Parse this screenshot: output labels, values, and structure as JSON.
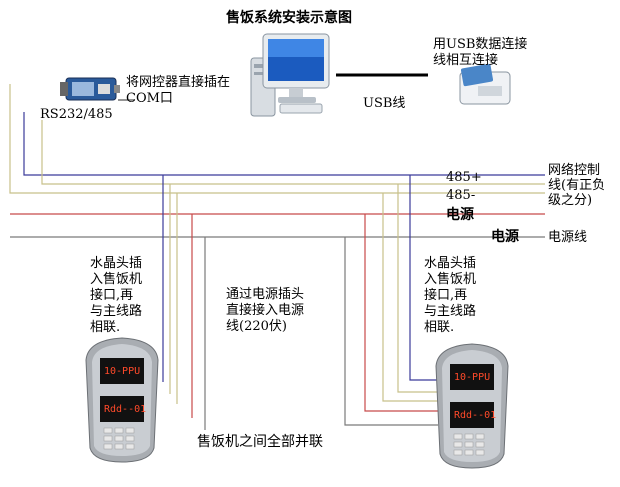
{
  "title": "售饭系统安装示意图",
  "converter_label": "将网控器直接插在",
  "converter_label_2": "COM口",
  "rs232_label": "RS232/485",
  "usb_note_1": "用USB数据连接",
  "usb_note_2": "线相互连接",
  "usb_label": "USB线",
  "line_485p": "485+",
  "line_485m": "485-",
  "power_mid": "电源",
  "power_right": "电源",
  "net_cable_1": "网络控制",
  "net_cable_2": "线(有正负",
  "net_cable_3": "级之分)",
  "power_cable": "电源线",
  "left_note": [
    "水晶头插",
    "入售饭机",
    "接口,再",
    "与主线路",
    "相联."
  ],
  "right_note": [
    "水晶头插",
    "入售饭机",
    "接口,再",
    "与主线路",
    "相联."
  ],
  "mid_note": [
    "通过电源插头",
    "直接接入电源",
    "线(220伏)"
  ],
  "bottom_caption": "售饭机之间全部并联",
  "terminal_top_display": "10-PPU",
  "terminal_bottom_display": "Rdd--01",
  "colors": {
    "net_blue": "#3b3b9a",
    "net_khaki": "#c8c08a",
    "power_red": "#c84a4a",
    "power_gray": "#7a7a7a"
  }
}
